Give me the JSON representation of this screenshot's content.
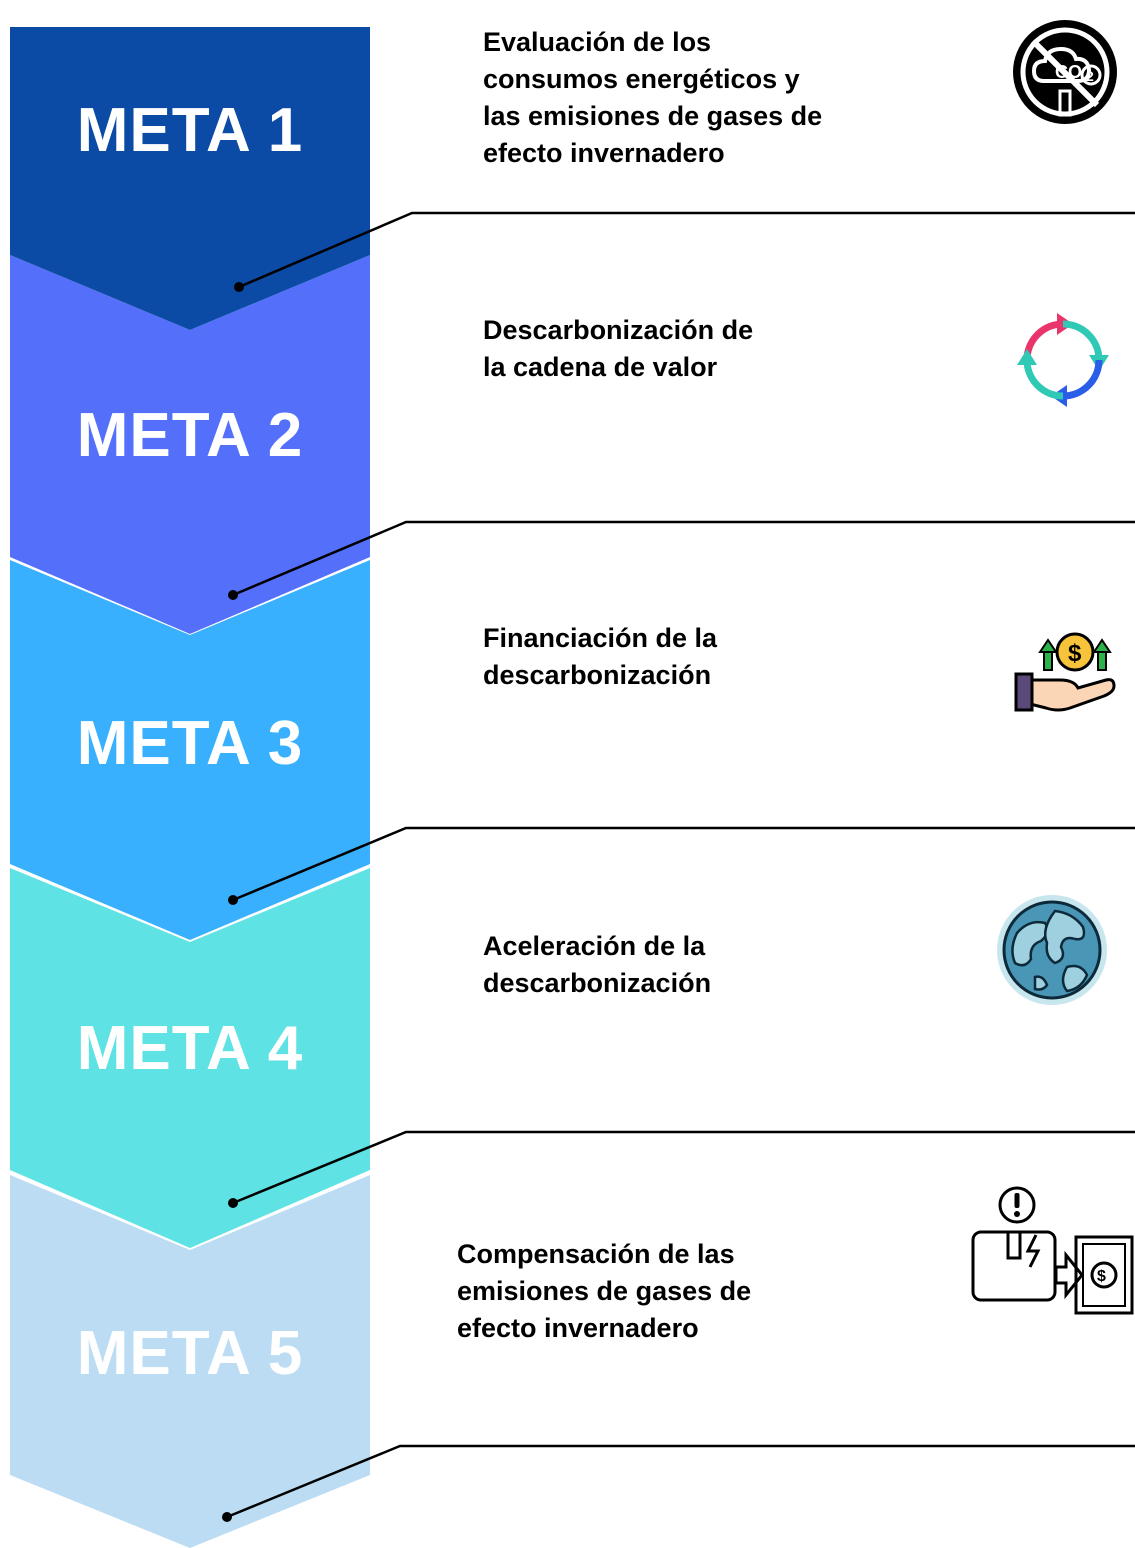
{
  "colors": {
    "meta1": "#0b4ba5",
    "meta2": "#5470fb",
    "meta3": "#38b0fd",
    "meta4": "#5ee2e4",
    "meta5": "#bcdcf4",
    "connector": "#000000"
  },
  "goals": [
    {
      "label": "META 1",
      "text": "Evaluación de los\nconsumos energéticos y\nlas emisiones de gases de\nefecto invernadero",
      "icon": "no-co2-icon"
    },
    {
      "label": "META 2",
      "text": "Descarbonización de\nla cadena de valor",
      "icon": "cycle-arrows-icon"
    },
    {
      "label": "META 3",
      "text": "Financiación de la\ndescarbonización",
      "icon": "hand-money-growth-icon"
    },
    {
      "label": "META 4",
      "text": "Aceleración de la\ndescarbonización",
      "icon": "globe-icon"
    },
    {
      "label": "META 5",
      "text": "Compensación de las\nemisiones de gases de\nefecto invernadero",
      "icon": "carbon-offset-payment-icon"
    }
  ]
}
